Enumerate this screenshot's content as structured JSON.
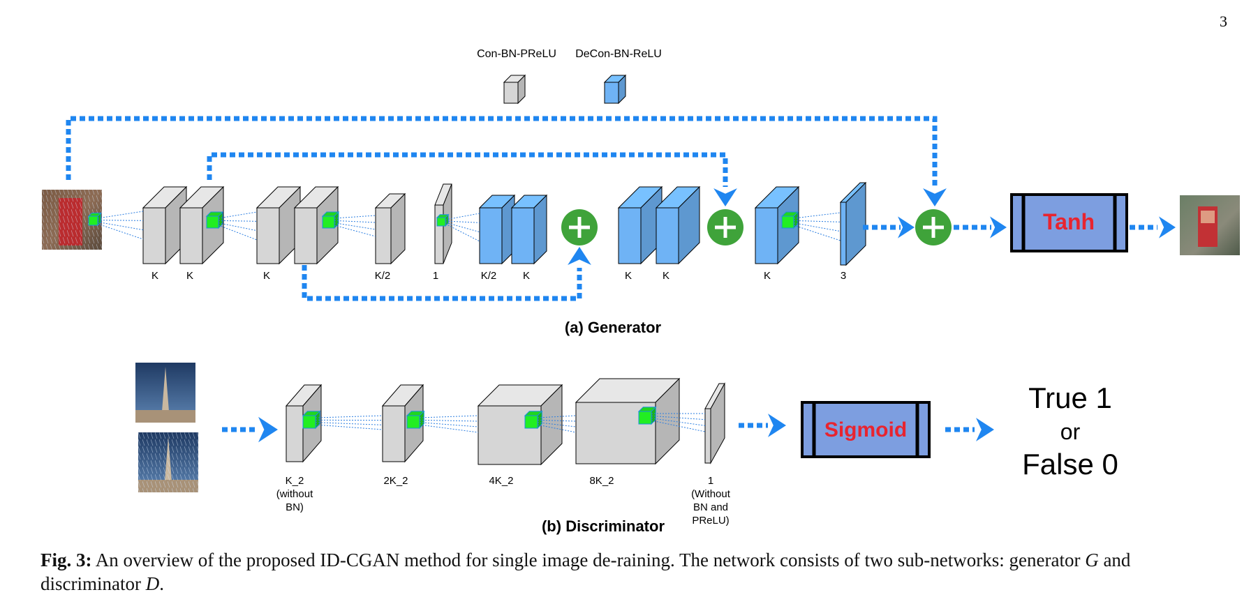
{
  "page_number": "3",
  "legend": {
    "conv_label": "Con-BN-PReLU",
    "deconv_label": "DeCon-BN-ReLU"
  },
  "colors": {
    "conv_fill": "#d6d6d6",
    "deconv_fill": "#6fb3f5",
    "arrow": "#1f86f0",
    "plus": "#3fa33a",
    "activation_box": "#7d9ee0",
    "activation_text": "#e8242f",
    "kernel": "#22ee22"
  },
  "generator": {
    "title": "(a) Generator",
    "labels": [
      "K",
      "K",
      "K",
      "K/2",
      "1",
      "K/2",
      "K",
      "K",
      "K",
      "K",
      "3"
    ],
    "activation": "Tanh",
    "plus_symbol": "+"
  },
  "discriminator": {
    "title": "(b) Discriminator",
    "layer_labels": [
      [
        "K_2",
        "(without",
        "BN)"
      ],
      [
        "2K_2"
      ],
      [
        "4K_2"
      ],
      [
        "8K_2"
      ],
      [
        "1",
        "(Without",
        "BN and",
        "PReLU)"
      ]
    ],
    "activation": "Sigmoid",
    "output_line1": "True 1",
    "output_line2": "or",
    "output_line3": "False 0"
  },
  "caption": {
    "lead": "Fig. 3:",
    "text_a": " An overview of the proposed ID-CGAN method for single image de-raining. The network consists of two sub-networks: generator ",
    "var_g": "G",
    "text_b": " and discriminator ",
    "var_d": "D",
    "text_c": "."
  }
}
